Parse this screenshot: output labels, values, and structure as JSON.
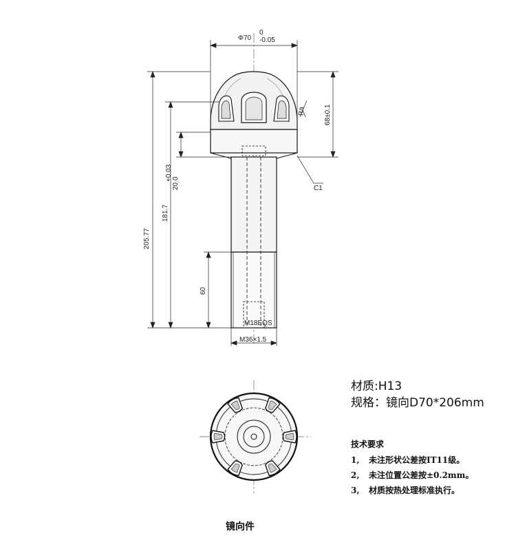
{
  "drawing": {
    "dims": {
      "top_diameter": "Φ70",
      "top_diameter_tol_upper": "0",
      "top_diameter_tol_lower": "-0.05",
      "right_height": "68±0.1",
      "head_height": "20",
      "head_height_tol_upper": "+0.03",
      "head_height_tol_lower": "0",
      "shank_length": "181.7",
      "overall_length": "205.77",
      "thread_length": "60",
      "thread_spec": "M36×1.5",
      "chamfer": "C1",
      "inner_thread": "M18EQS",
      "surface_mark": "Ra"
    }
  },
  "notes": {
    "material": "材质:H13",
    "spec": "规格：镜向D70*206mm"
  },
  "tech_requirements": {
    "title": "技术要求",
    "items": [
      {
        "num": "1,",
        "text": "未注形状公差按IT11级。"
      },
      {
        "num": "2,",
        "text": "未注位置公差按±0.2mm。"
      },
      {
        "num": "3,",
        "text": "材质按热处理标准执行。"
      }
    ]
  },
  "caption": "镜向件"
}
